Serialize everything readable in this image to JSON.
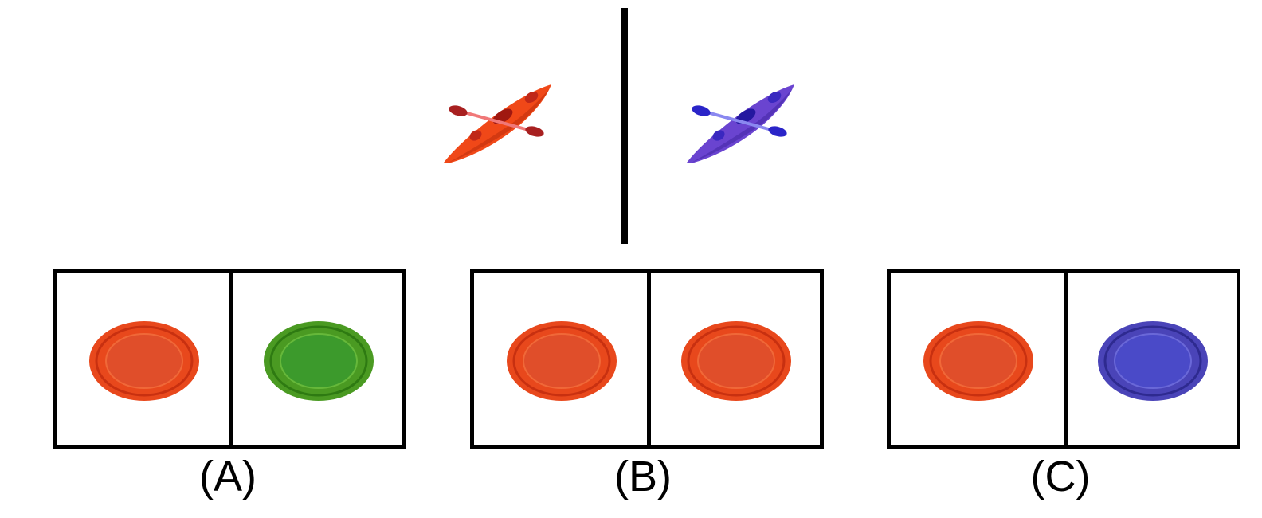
{
  "question": {
    "left_image": {
      "object": "kayak",
      "color": "#f04818",
      "icon": "kayak-icon"
    },
    "right_image": {
      "object": "kayak",
      "color": "#5a3cc8",
      "icon": "kayak-icon"
    }
  },
  "options": [
    {
      "label": "(A)",
      "left_plate_color": "#e8481c",
      "right_plate_color": "#4a9a22"
    },
    {
      "label": "(B)",
      "left_plate_color": "#e8481c",
      "right_plate_color": "#e8481c"
    },
    {
      "label": "(C)",
      "left_plate_color": "#e8481c",
      "right_plate_color": "#4a44b8"
    }
  ]
}
